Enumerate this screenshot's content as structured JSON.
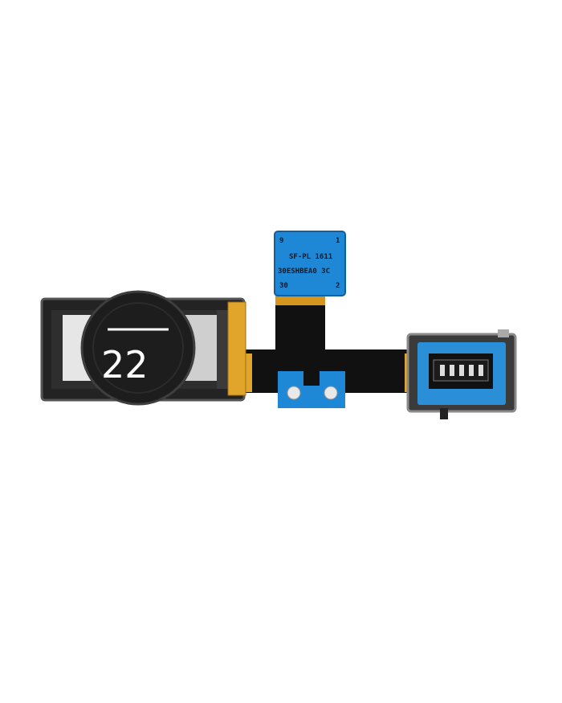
{
  "photo": {
    "subject": "",
    "colors": {
      "background": "#ffffff",
      "flex_black": "#111111",
      "flex_gold": "#e0a52a",
      "connector_blue": "#1e88d6",
      "speaker_dark": "#1d1d1d",
      "mic_blue": "#2b8fd8"
    }
  },
  "speaker": {
    "label": "22"
  },
  "connector": {
    "row1_left": "9",
    "row1_right": "1",
    "row2": "SF-PL 1611",
    "row3": "30ESHBEA0 3C",
    "row4_left": "30",
    "row4_right": "2"
  },
  "microphone": {
    "label": ""
  }
}
